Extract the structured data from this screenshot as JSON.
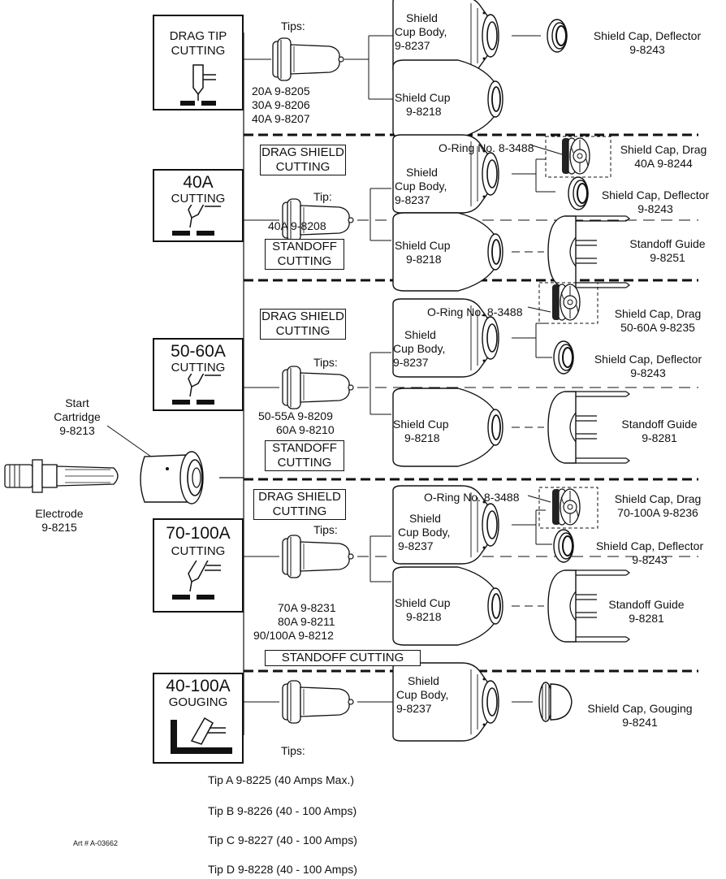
{
  "modes": {
    "drag_tip": {
      "line1": "DRAG TIP",
      "line2": "CUTTING"
    },
    "a40": {
      "line1": "40A",
      "line2": "CUTTING"
    },
    "a5060": {
      "line1": "50-60A",
      "line2": "CUTTING"
    },
    "a70100": {
      "line1": "70-100A",
      "line2": "CUTTING"
    },
    "gouging": {
      "line1": "40-100A",
      "line2": "GOUGING"
    }
  },
  "start_cartridge": {
    "line1": "Start",
    "line2": "Cartridge",
    "line3": "9-8213"
  },
  "electrode": {
    "line1": "Electrode",
    "line2": "9-8215"
  },
  "sec1": {
    "tips_label": "Tips:",
    "tips": [
      "20A  9-8205",
      "30A  9-8206",
      "40A  9-8207"
    ],
    "cup_body": [
      "Shield",
      "Cup Body,",
      "9-8237"
    ],
    "cup": [
      "Shield Cup",
      "9-8218"
    ],
    "cap": [
      "Shield Cap, Deflector",
      "9-8243"
    ]
  },
  "sec2": {
    "drag_label": [
      "DRAG SHIELD",
      "CUTTING"
    ],
    "standoff_label": [
      "STANDOFF",
      "CUTTING"
    ],
    "tips_label": "Tip:",
    "tips": [
      "40A  9-8208"
    ],
    "oring": "O-Ring No. 8-3488",
    "cup_body": [
      "Shield",
      "Cup Body,",
      "9-8237"
    ],
    "cup": [
      "Shield Cup",
      "9-8218"
    ],
    "cap_drag": [
      "Shield Cap, Drag",
      "40A  9-8244"
    ],
    "cap_deflector": [
      "Shield Cap, Deflector",
      "9-8243"
    ],
    "standoff": [
      "Standoff Guide",
      "9-8251"
    ]
  },
  "sec3": {
    "drag_label": [
      "DRAG SHIELD",
      "CUTTING"
    ],
    "standoff_label": [
      "STANDOFF",
      "CUTTING"
    ],
    "tips_label": "Tips:",
    "tips": [
      "50-55A  9-8209",
      "60A  9-8210"
    ],
    "oring": "O-Ring No. 8-3488",
    "cup_body": [
      "Shield",
      "Cup Body,",
      "9-8237"
    ],
    "cup": [
      "Shield Cup",
      "9-8218"
    ],
    "cap_drag": [
      "Shield Cap, Drag",
      "50-60A  9-8235"
    ],
    "cap_deflector": [
      "Shield Cap, Deflector",
      "9-8243"
    ],
    "standoff": [
      "Standoff Guide",
      "9-8281"
    ]
  },
  "sec4": {
    "drag_label": [
      "DRAG SHIELD",
      "CUTTING"
    ],
    "standoff_label": [
      "STANDOFF  CUTTING"
    ],
    "tips_label": "Tips:",
    "tips": [
      "70A  9-8231",
      "80A  9-8211",
      "90/100A  9-8212"
    ],
    "oring": "O-Ring No. 8-3488",
    "cup_body": [
      "Shield",
      "Cup Body,",
      "9-8237"
    ],
    "cup": [
      "Shield Cup",
      "9-8218"
    ],
    "cap_drag": [
      "Shield Cap, Drag",
      "70-100A  9-8236"
    ],
    "cap_deflector": [
      "Shield Cap, Deflector",
      "9-8243"
    ],
    "standoff": [
      "Standoff Guide",
      "9-8281"
    ]
  },
  "sec5": {
    "tips_label": "Tips:",
    "cup_body": [
      "Shield",
      "Cup Body,",
      "9-8237"
    ],
    "cap": [
      "Shield Cap, Gouging",
      "9-8241"
    ]
  },
  "gouging_tips": [
    "Tip A  9-8225 (40 Amps Max.)",
    "Tip B  9-8226 (40 - 100 Amps)",
    "Tip C  9-8227 (40 - 100 Amps)",
    "Tip D  9-8228 (40 - 100 Amps)"
  ],
  "art_number": "Art # A-03662"
}
